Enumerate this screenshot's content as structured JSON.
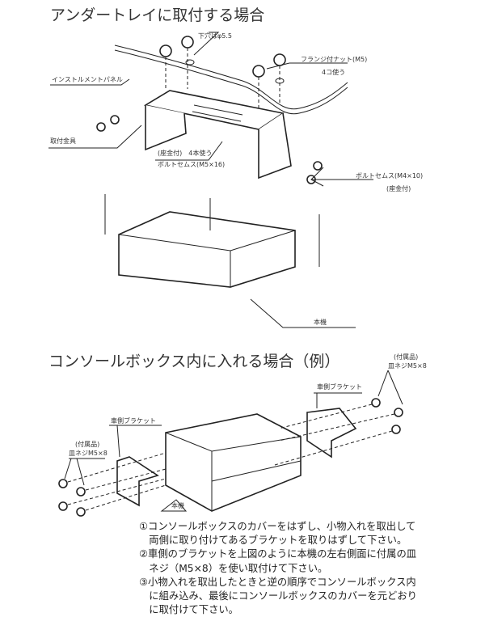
{
  "section1": {
    "title": "アンダートレイに取付する場合",
    "labels": {
      "pilot_hole": "下穴はφ5.5",
      "flange_nut": "フランジ付ナット(M5)",
      "flange_nut_qty": "4コ使う",
      "instrument_panel": "インストルメントパネル",
      "mounting_bracket": "取付金具",
      "bolt_m5_note": "(座金付)　4本使う",
      "bolt_m5": "ボルトセムス(M5×16)",
      "bolt_m4": "ボルトセムス(M4×10)",
      "bolt_m4_note": "(座金付)",
      "unit": "本機"
    }
  },
  "section2": {
    "title": "コンソールボックス内に入れる場合（例）",
    "labels": {
      "accessory_right": "(付属品)",
      "screw_right": "皿ネジM5×8",
      "bracket_right": "車側ブラケット",
      "bracket_left": "車側ブラケット",
      "accessory_left": "(付属品)",
      "screw_left": "皿ネジM5×8",
      "unit": "本機"
    }
  },
  "instructions": [
    "①コンソールボックスのカバーをはずし、小物入れを取出して",
    "　両側に取り付けてあるブラケットを取りはずして下さい。",
    "②車側のブラケットを上図のように本機の左右側面に付属の皿",
    "　ネジ（M5×8）を使い取付けて下さい。",
    "③小物入れを取出したときと逆の順序でコンソールボックス内",
    "　に組み込み、最後にコンソールボックスのカバーを元どおり",
    "　に取付けて下さい。"
  ]
}
